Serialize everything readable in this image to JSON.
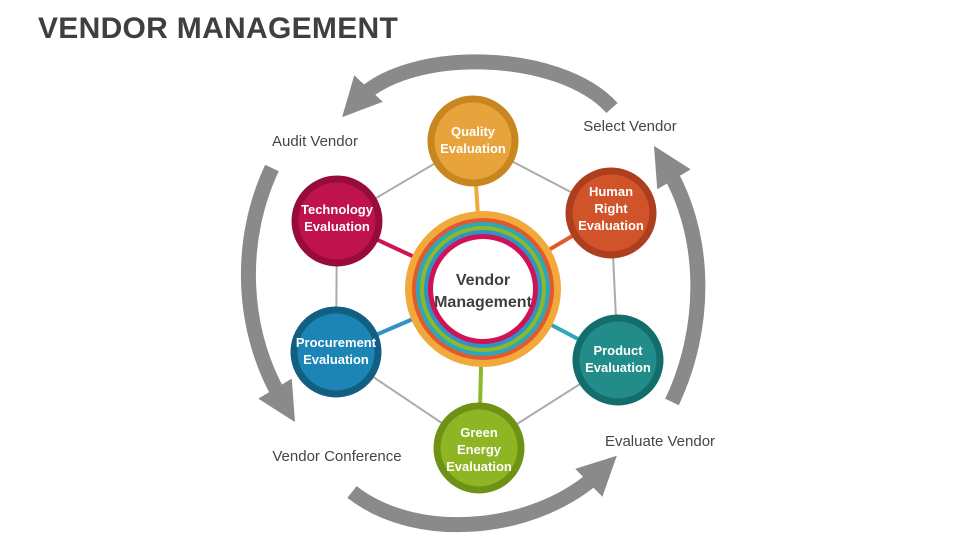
{
  "title": "VENDOR MANAGEMENT",
  "colors": {
    "title_text": "#3F3F3F",
    "label_text": "#454545",
    "arrow": "#8A8A8A",
    "connector_line": "#ABABAB",
    "node_text": "#FFFFFF"
  },
  "center": {
    "lines": [
      "Vendor",
      "Management"
    ],
    "text_color": "#3F3F3F",
    "inner_fill": "#FFFFFF",
    "ring_colors": [
      "#F2A93B",
      "#E2592C",
      "#2EA7B9",
      "#8CB82B",
      "#3193C5",
      "#D01356"
    ]
  },
  "nodes": [
    {
      "id": "quality-evaluation",
      "lines": [
        "Quality",
        "Evaluation"
      ],
      "fill": "#E8A33C",
      "stroke": "#C7861E",
      "spoke": "#F2A93B"
    },
    {
      "id": "human-right-evaluation",
      "lines": [
        "Human",
        "Right",
        "Evaluation"
      ],
      "fill": "#D1532A",
      "stroke": "#AD3E1E",
      "spoke": "#E2592C"
    },
    {
      "id": "product-evaluation",
      "lines": [
        "Product",
        "Evaluation"
      ],
      "fill": "#218C89",
      "stroke": "#136E6B",
      "spoke": "#2EA7B9"
    },
    {
      "id": "green-energy-evaluation",
      "lines": [
        "Green",
        "Energy",
        "Evaluation"
      ],
      "fill": "#8DB524",
      "stroke": "#6E9214",
      "spoke": "#8CB82B"
    },
    {
      "id": "procurement-evaluation",
      "lines": [
        "Procurement",
        "Evaluation"
      ],
      "fill": "#1C85B5",
      "stroke": "#125F83",
      "spoke": "#3193C5"
    },
    {
      "id": "technology-evaluation",
      "lines": [
        "Technology",
        "Evaluation"
      ],
      "fill": "#C0134E",
      "stroke": "#970C3B",
      "spoke": "#D01356"
    }
  ],
  "outer_labels": {
    "top_left": "Audit Vendor",
    "top_right": "Select Vendor",
    "bottom_left": "Vendor Conference",
    "bottom_right": "Evaluate Vendor"
  }
}
